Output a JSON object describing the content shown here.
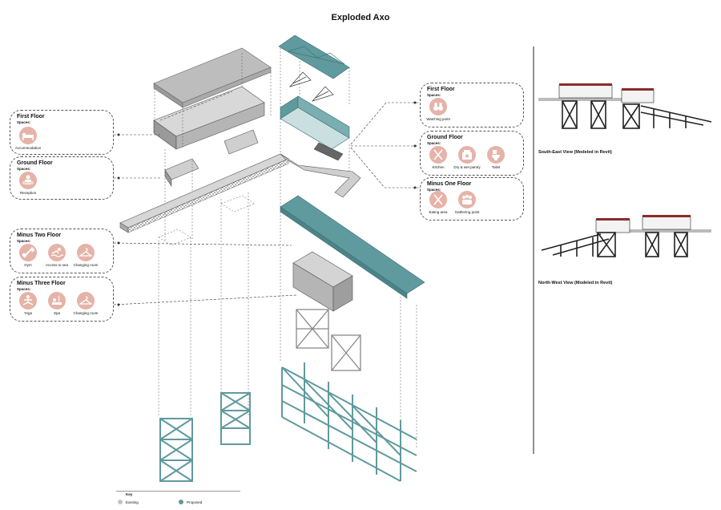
{
  "title": "Exploded Axo",
  "cards": [
    {
      "floor": "First Floor",
      "spaces": "Spaces:",
      "items": [
        {
          "icon": "bed-icon",
          "label": "Accommodation"
        }
      ]
    },
    {
      "floor": "Ground Floor",
      "spaces": "Spaces:",
      "items": [
        {
          "icon": "reception-icon",
          "label": "Reception"
        }
      ]
    },
    {
      "floor": "Minus Two Floor",
      "spaces": "Spaces:",
      "items": [
        {
          "icon": "dumbbell-icon",
          "label": "Gym"
        },
        {
          "icon": "swim-icon",
          "label": "Access to sea"
        },
        {
          "icon": "hanger-icon",
          "label": "Changing room"
        }
      ]
    },
    {
      "floor": "Minus Three Floor",
      "spaces": "Spaces:",
      "items": [
        {
          "icon": "yoga-icon",
          "label": "Yoga"
        },
        {
          "icon": "spa-icon",
          "label": "Spa"
        },
        {
          "icon": "hanger-icon",
          "label": "Changing room"
        }
      ]
    },
    {
      "floor": "First Floor",
      "spaces": "Spaces:",
      "items": [
        {
          "icon": "binoculars-icon",
          "label": "Watching point"
        }
      ]
    },
    {
      "floor": "Ground Floor",
      "spaces": "Spaces:",
      "items": [
        {
          "icon": "cutlery-icon",
          "label": "Kitchen"
        },
        {
          "icon": "pantry-icon",
          "label": "Dry & wet pantry"
        },
        {
          "icon": "toilet-icon",
          "label": "Toilet"
        }
      ]
    },
    {
      "floor": "Minus One Floor",
      "spaces": "Spaces:",
      "items": [
        {
          "icon": "cutlery-icon",
          "label": "Eating area"
        },
        {
          "icon": "group-icon",
          "label": "Gathering point"
        }
      ]
    }
  ],
  "views": {
    "south_east": "South-East View (Modeled in Revit)",
    "north_west": "North-West View (Modeled in Revit)"
  },
  "key": {
    "title": "Key",
    "existing": "Existing",
    "proposed": "Proposed"
  },
  "colors": {
    "teal": "#5f9a9e",
    "grey": "#c4c4c4",
    "pink": "#e6b3a8",
    "roof_red": "#8b2b2b"
  }
}
